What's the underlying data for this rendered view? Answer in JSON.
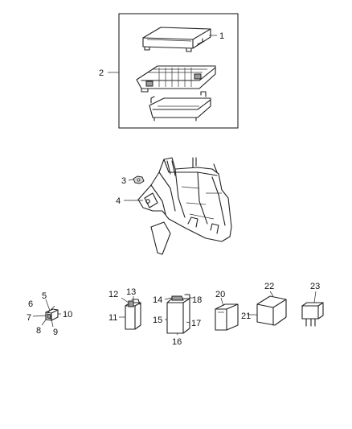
{
  "callouts": {
    "c1": "1",
    "c2": "2",
    "c3": "3",
    "c4": "4",
    "c5": "5",
    "c6": "6",
    "c7": "7",
    "c8": "8",
    "c9": "9",
    "c10": "10",
    "c11": "11",
    "c12": "12",
    "c13": "13",
    "c14": "14",
    "c15": "15",
    "c16": "16",
    "c17": "17",
    "c18": "18",
    "c20": "20",
    "c21": "21",
    "c22": "22",
    "c23": "23"
  }
}
